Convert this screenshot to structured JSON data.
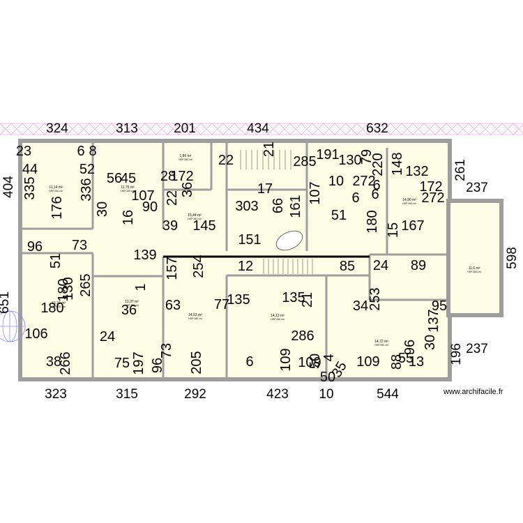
{
  "top_dimensions": [
    "324",
    "313",
    "201",
    "434",
    "632"
  ],
  "bottom_dimensions": [
    "323",
    "315",
    "292",
    "423",
    "10",
    "544"
  ],
  "left_dimensions": [
    "404",
    "651"
  ],
  "right_dimensions": [
    "598",
    "237",
    "261",
    "237",
    "196"
  ],
  "rooms": [
    {
      "area": "11,14 m²",
      "hsp": "HSP 250 cm"
    },
    {
      "area": "11,75 m²",
      "hsp": "HSP 250 cm"
    },
    {
      "area": "1,86 m²",
      "hsp": "HSP 250 cm"
    },
    {
      "area": "15,44 m²",
      "hsp": "HSP 250 cm"
    },
    {
      "area": "14,90 m²",
      "hsp": "HSP 250 cm"
    },
    {
      "area": "11,6 m²",
      "hsp": "HSP 250 cm"
    },
    {
      "area": "13,19 m²",
      "hsp": "HSP 250 cm"
    },
    {
      "area": "13,37 m²",
      "hsp": "HSP 250 cm"
    },
    {
      "area": "14,53 m²",
      "hsp": "HSP 250 cm"
    },
    {
      "area": "14,12 m²",
      "hsp": "HSP 250 cm"
    },
    {
      "area": "14,72 m²",
      "hsp": "HSP 250 cm"
    }
  ],
  "interior_labels": [
    "23",
    "6",
    "8",
    "44",
    "52",
    "335",
    "336",
    "176",
    "180",
    "56",
    "45",
    "107",
    "90",
    "16",
    "30",
    "28",
    "172",
    "22",
    "36",
    "39",
    "145",
    "22",
    "21",
    "285",
    "17",
    "191",
    "130",
    "79",
    "220",
    "10",
    "272",
    "132",
    "148",
    "303",
    "66",
    "161",
    "51",
    "107",
    "272",
    "167",
    "15",
    "6",
    "6",
    "6",
    "172",
    "151",
    "12",
    "180",
    "85",
    "24",
    "89",
    "96",
    "73",
    "51",
    "139",
    "157",
    "254",
    "180",
    "130",
    "265",
    "36",
    "1",
    "63",
    "135",
    "135",
    "286",
    "34",
    "95",
    "106",
    "24",
    "77",
    "253",
    "38",
    "266",
    "75",
    "197",
    "73",
    "205",
    "6",
    "109",
    "109",
    "50",
    "109",
    "35",
    "55",
    "13",
    "88",
    "96",
    "30",
    "96",
    "137",
    "21",
    "4",
    "50"
  ],
  "brand": "www.archifacile.fr",
  "colors": {
    "wall": "#9e9e9e",
    "floor": "#fefee6",
    "pink": "#f0a6e6",
    "dims": "#000000"
  }
}
